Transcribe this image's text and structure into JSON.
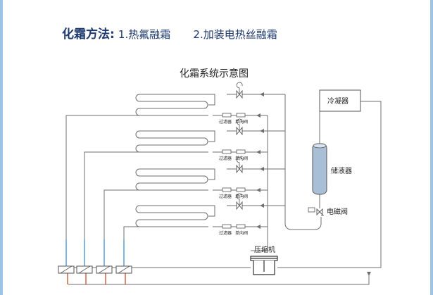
{
  "heading": {
    "label": "化霜方法",
    "separator": ":",
    "methods": [
      "1.热氟融霜",
      "2.加装电热丝融霜"
    ]
  },
  "diagram": {
    "title": "化霜系统示意图",
    "condenser_label": "冷凝器",
    "receiver_label": "储液器",
    "solenoid_valve_label": "电磁阀",
    "compressor_label": "压缩机",
    "filter_label": "过滤器",
    "check_valve_label": "单向阀"
  },
  "colors": {
    "pipe": "#6f6f6f",
    "hot_line": "#c84a2e",
    "cold_line": "#3b8fd4",
    "heading": "#1f3a6e",
    "receiver_fill": "#a9bfd6"
  }
}
